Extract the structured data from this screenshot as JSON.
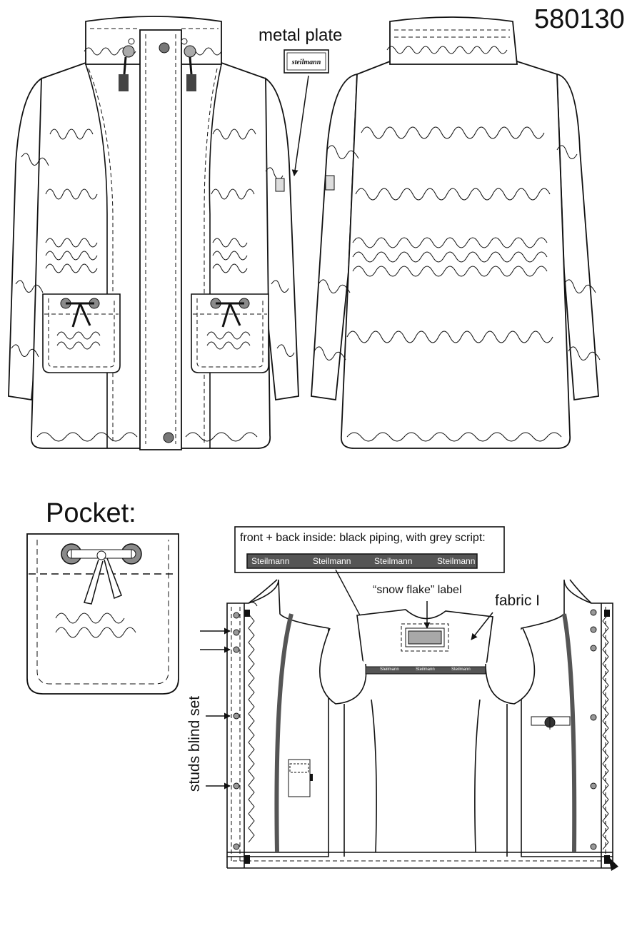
{
  "header": {
    "style_number": "580130"
  },
  "callouts": {
    "metal_plate": "metal plate",
    "plate_brand": "steilmann",
    "snow_flake_label": "“snow flake” label",
    "fabric": "fabric I",
    "studs": "studs blind set"
  },
  "pocket": {
    "title": "Pocket:"
  },
  "piping": {
    "note": "front + back inside: black piping, with grey script:",
    "tape_words": [
      "Steilmann",
      "Steilmann",
      "Steilmann",
      "Steilmann"
    ],
    "mini_words": [
      "Steilmann",
      "Steilmann",
      "Steilmann"
    ]
  },
  "colors": {
    "line": "#111111",
    "grommet": "#8a8a8a",
    "piping": "#555555",
    "label": "#a8a8a8"
  }
}
